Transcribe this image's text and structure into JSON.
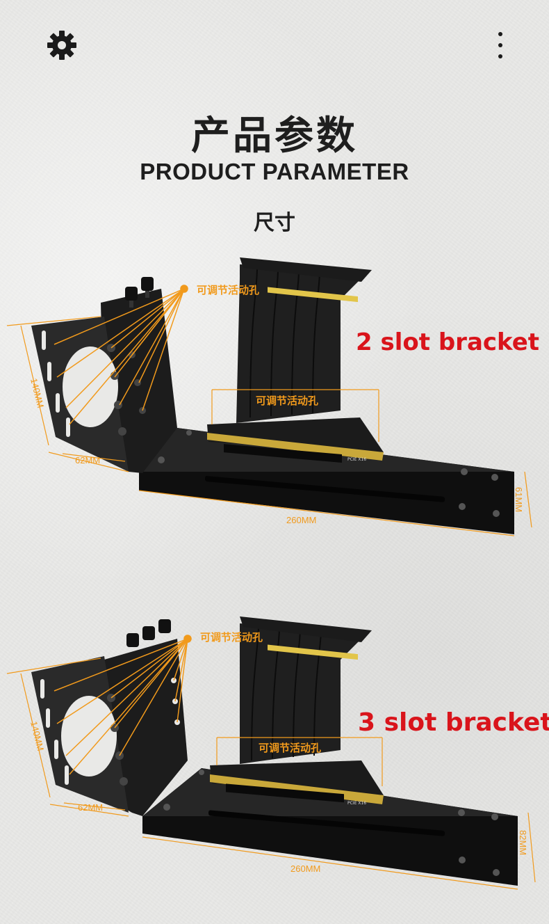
{
  "header": {
    "settings_icon": "gear-icon",
    "more_icon": "more-vertical-icon",
    "title_cn": "产品参数",
    "title_en": "PRODUCT PARAMETER",
    "subtitle": "尺寸"
  },
  "products": [
    {
      "slot_label": "2 slot bracket",
      "adjust_hole_label": "可调节活动孔",
      "adjust_hole_label_2": "可调节活动孔",
      "dim_height": "140MM",
      "dim_depth": "62MM",
      "dim_length": "260MM",
      "dim_width": "61MM",
      "card_text": "PCIE X16"
    },
    {
      "slot_label": "3 slot bracket",
      "adjust_hole_label": "可调节活动孔",
      "adjust_hole_label_2": "可调节活动孔",
      "dim_height": "140MM",
      "dim_depth": "62MM",
      "dim_length": "260MM",
      "dim_width": "82MM",
      "card_text": "PCIE X16"
    }
  ],
  "colors": {
    "accent_orange": "#f19a1c",
    "label_red": "#d9141b",
    "metal_black": "#1c1c1c",
    "pcb_gold": "#e2c54a",
    "text_dark": "#1e1e1e"
  }
}
